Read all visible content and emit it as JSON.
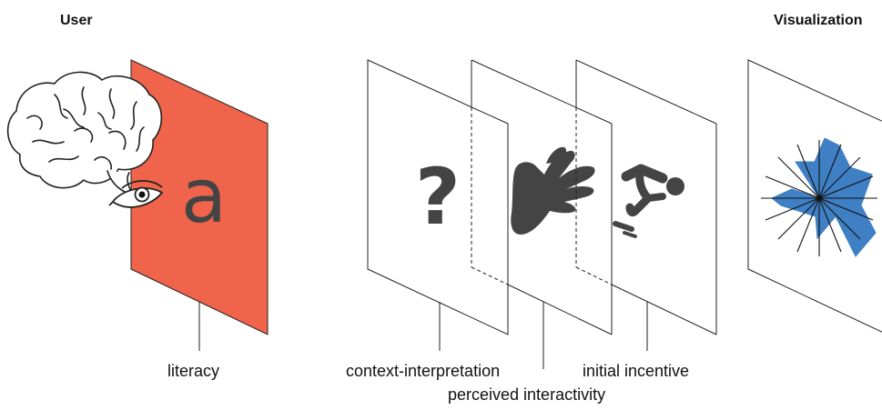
{
  "headings": {
    "left": "User",
    "right": "Visualization"
  },
  "letter_glyph": "a",
  "question_glyph": "?",
  "labels": {
    "literacy": "literacy",
    "context": "context-interpretation",
    "interactivity": "perceived interactivity",
    "incentive": "initial incentive"
  },
  "colors": {
    "literacy_panel": "#ef644b",
    "glyph": "#444444",
    "radar": "#3f7fc3",
    "stroke": "#222222"
  },
  "icons": [
    "brain-icon",
    "eye-icon",
    "question-mark-icon",
    "hand-icon",
    "diving-figure-icon",
    "radar-chart-icon"
  ]
}
